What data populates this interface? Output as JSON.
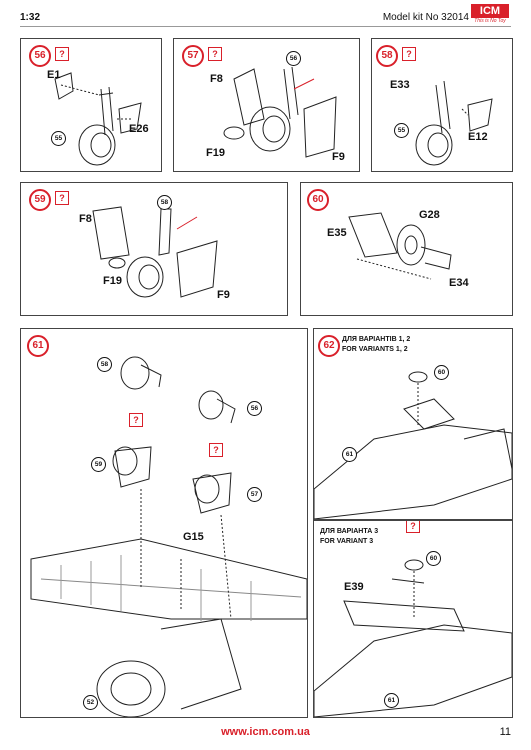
{
  "header": {
    "scale": "1:32",
    "model": "Model kit No 32014"
  },
  "logo": {
    "text": "ICM",
    "tagline": "This is No Toy"
  },
  "question_mark": "?",
  "steps": {
    "s56": {
      "number": "56",
      "labels": {
        "e1": "E1",
        "e26": "E26"
      },
      "ref": "55"
    },
    "s57": {
      "number": "57",
      "labels": {
        "f8": "F8",
        "f19": "F19",
        "f9": "F9"
      },
      "ref": "56"
    },
    "s58": {
      "number": "58",
      "labels": {
        "e33": "E33",
        "e12": "E12"
      },
      "ref": "55"
    },
    "s59": {
      "number": "59",
      "labels": {
        "f8": "F8",
        "f19": "F19",
        "f9": "F9"
      },
      "ref": "58"
    },
    "s60": {
      "number": "60",
      "labels": {
        "e35": "E35",
        "g28": "G28",
        "e34": "E34"
      }
    },
    "s61": {
      "number": "61",
      "labels": {
        "g15": "G15"
      },
      "refs": [
        "58",
        "56",
        "59",
        "57",
        "52"
      ]
    },
    "s62": {
      "number": "62",
      "variant_ua": "ДЛЯ ВАРІАНТІВ 1, 2",
      "variant_en": "FOR VARIANTS 1, 2",
      "refs": [
        "60",
        "61"
      ]
    },
    "s63": {
      "variant_ua": "ДЛЯ ВАРІАНТА 3",
      "variant_en": "FOR VARIANT 3",
      "labels": {
        "e39": "E39"
      },
      "refs": [
        "60",
        "61"
      ]
    }
  },
  "footer": {
    "url": "www.icm.com.ua",
    "page": "11"
  },
  "colors": {
    "accent": "#d9202a",
    "line": "#444444"
  }
}
